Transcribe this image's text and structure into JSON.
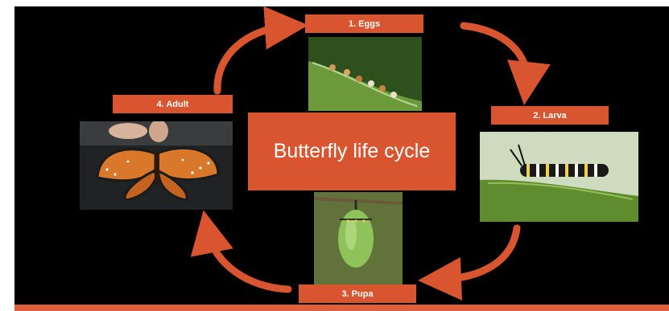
{
  "diagram": {
    "title": "Butterfly life cycle",
    "stages": {
      "eggs": "1. Eggs",
      "larva": "2. Larva",
      "pupa": "3. Pupa",
      "adult": "4.  Adult"
    }
  },
  "colors": {
    "background": "#000000",
    "accent": "#d9552f",
    "arrow": "#d9552f"
  }
}
